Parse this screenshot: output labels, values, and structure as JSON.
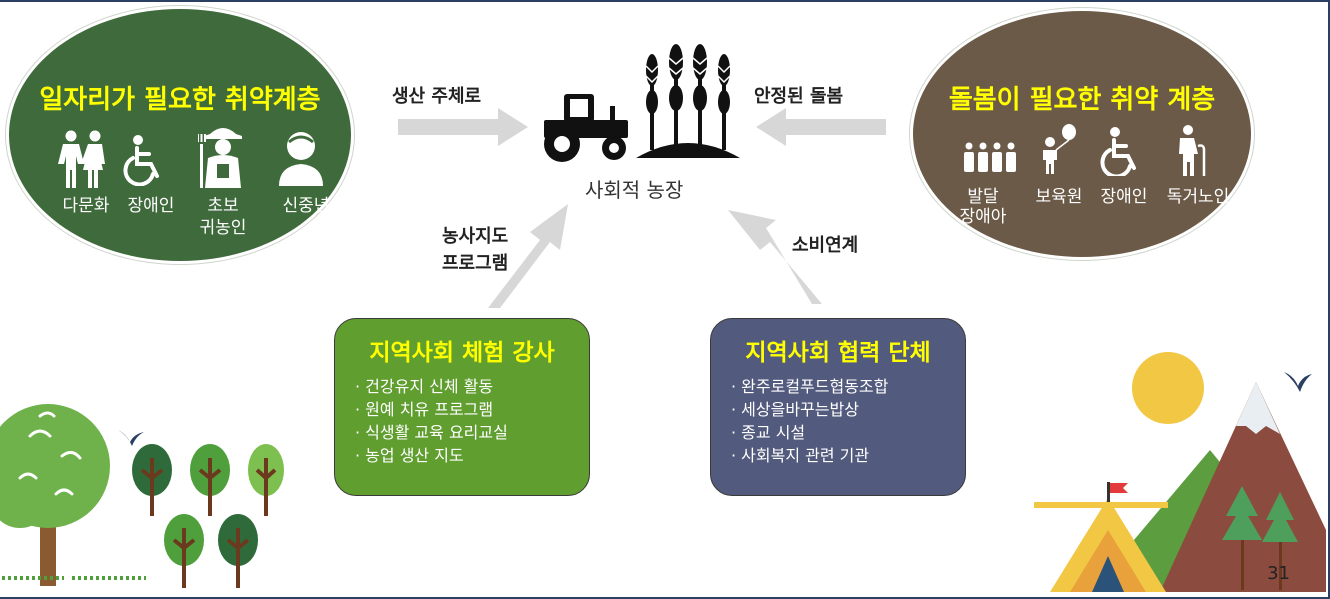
{
  "left_group": {
    "title": "일자리가 필요한 취약계층",
    "items": [
      "다문화",
      "장애인",
      "초보",
      "귀농인",
      "신중년"
    ]
  },
  "right_group": {
    "title": "돌봄이 필요한 취약 계층",
    "items": [
      "발달",
      "장애아",
      "보육원",
      "장애인",
      "독거노인"
    ]
  },
  "center": {
    "label": "사회적 농장"
  },
  "arrows": {
    "left_top": "생산 주체로",
    "right_top": "안정된 돌봄",
    "bottom_left": [
      "농사지도",
      "프로그램"
    ],
    "bottom_right": "소비연계"
  },
  "box_left": {
    "title": "지역사회 체험 강사",
    "items": [
      "· 건강유지 신체 활동",
      "· 원예 치유 프로그램",
      "· 식생활 교육 요리교실",
      "· 농업 생산 지도"
    ]
  },
  "box_right": {
    "title": "지역사회 협력 단체",
    "items": [
      "· 완주로컬푸드협동조합",
      "· 세상을바꾸는밥상",
      "· 종교 시설",
      "· 사회복지 관련 기관"
    ]
  },
  "page_number": "31",
  "colors": {
    "left_ellipse": "#3f6b3c",
    "right_ellipse": "#6b5a47",
    "box_left": "#5f9e2f",
    "box_right": "#525a7d",
    "title_yellow": "#ffff00",
    "arrow_gray": "#d7d7d7"
  }
}
